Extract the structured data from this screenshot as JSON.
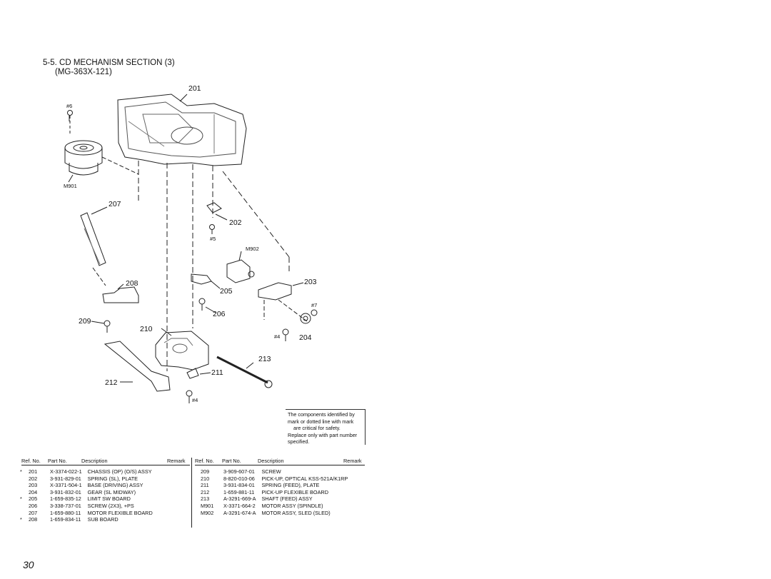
{
  "heading": {
    "title": "5-5. CD MECHANISM SECTION (3)",
    "subtitle": "(MG-363X-121)"
  },
  "callouts": {
    "c201": "201",
    "c202": "202",
    "c203": "203",
    "c204": "204",
    "c205": "205",
    "c206": "206",
    "c207": "207",
    "c208": "208",
    "c209": "209",
    "c210": "210",
    "c211": "211",
    "c212": "212",
    "c213": "213",
    "m901": "M901",
    "m902": "M902",
    "s6": "#6",
    "s5": "#5",
    "s7": "#7",
    "s4a": "#4",
    "s4b": "#4"
  },
  "notice": {
    "line1": "The components identified by",
    "line2": "mark    or dotted line with mark",
    "line3": "are critical for safety.",
    "line4": "Replace only with part number",
    "line5": "specified."
  },
  "table": {
    "headers": [
      "Ref. No.",
      "Part No.",
      "Description",
      "Remark"
    ],
    "left_rows": [
      {
        "mark": "*",
        "ref": "201",
        "part": "X-3374-022-1",
        "desc": "CHASSIS (OP) (O/S) ASSY"
      },
      {
        "mark": "",
        "ref": "202",
        "part": "3-931-829-01",
        "desc": "SPRING (SL), PLATE"
      },
      {
        "mark": "",
        "ref": "203",
        "part": "X-3371-504-1",
        "desc": "BASE (DRIVING) ASSY"
      },
      {
        "mark": "",
        "ref": "204",
        "part": "3-931-832-01",
        "desc": "GEAR (SL MIDWAY)"
      },
      {
        "mark": "*",
        "ref": "205",
        "part": "1-659-835-12",
        "desc": "LIMIT SW BOARD"
      },
      {
        "mark": "",
        "ref": "",
        "part": "",
        "desc": ""
      },
      {
        "mark": "",
        "ref": "206",
        "part": "3-338-737-01",
        "desc": "SCREW (2X3), +PS"
      },
      {
        "mark": "",
        "ref": "207",
        "part": "1-659-880-11",
        "desc": "MOTOR FLEXIBLE BOARD"
      },
      {
        "mark": "*",
        "ref": "208",
        "part": "1-659-834-11",
        "desc": "SUB BOARD"
      }
    ],
    "right_rows": [
      {
        "ref": "209",
        "part": "3-909-607-01",
        "desc": "SCREW"
      },
      {
        "ref": "210",
        "part": "8-820-010-06",
        "desc": "PICK-UP, OPTICAL KSS-521A/K1RP"
      },
      {
        "ref": "211",
        "part": "3-931-834-01",
        "desc": "SPRING (FEED), PLATE"
      },
      {
        "ref": "212",
        "part": "1-659-881-11",
        "desc": "PICK-UP FLEXIBLE BOARD"
      },
      {
        "ref": "213",
        "part": "A-3291-669-A",
        "desc": "SHAFT (FEED) ASSY"
      },
      {
        "ref": "",
        "part": "",
        "desc": ""
      },
      {
        "ref": "M901",
        "part": "X-3371-664-2",
        "desc": "MOTOR ASSY (SPINDLE)"
      },
      {
        "ref": "M902",
        "part": "A-3291-674-A",
        "desc": "MOTOR ASSY, SLED (SLED)"
      }
    ]
  },
  "page_number": "30"
}
